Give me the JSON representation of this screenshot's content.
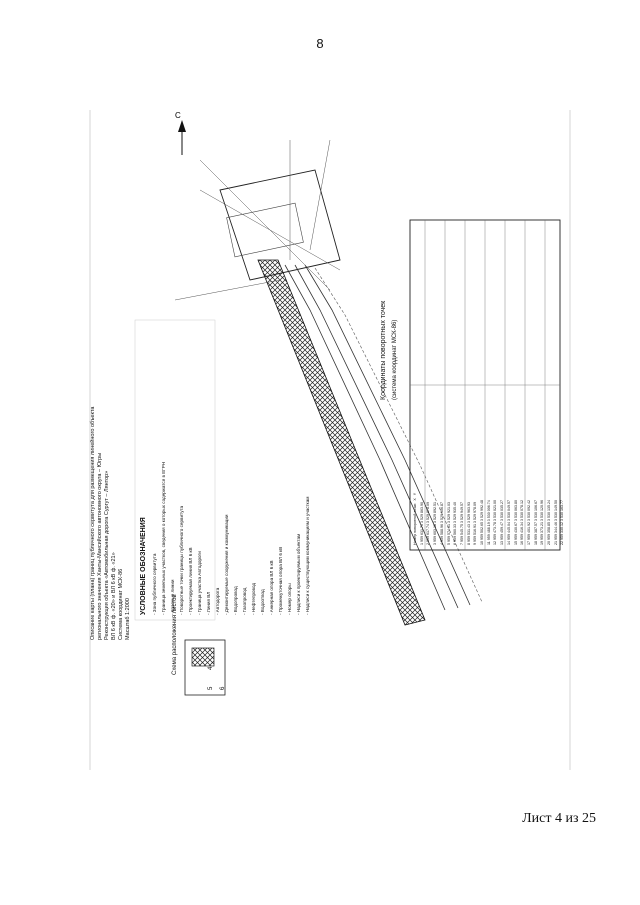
{
  "page": {
    "number": "8",
    "sheet": "Лист 4 из 25"
  },
  "drawing": {
    "title_block": [
      "Описание карты (плана) границ публичного сервитута для размещения линейного объекта",
      "регионального значения Ханты-Мансийского автономного округа – Югры",
      "Реконструкция объекта «Автомобильная дорога Сургут – Лянтор»",
      "ВЛ 6 кВ ф. «20» и ВЛ 6 кВ ф. «21»",
      "Система координат МСК-86",
      "Масштаб 1:2000"
    ],
    "scheme_title": "Схема расположения листов",
    "scheme_sheets": [
      "4",
      "5",
      "6"
    ],
    "legend_title": "УСЛОВНЫЕ ОБОЗНАЧЕНИЯ",
    "legend_items": [
      "- Зона публичного сервитута",
      "- Граница земельных участков, сведения о которых содержатся в ЕГРН",
      "- Красные линии",
      "- Поворотные точки границы публичного сервитута",
      "- Проектируемая линия ВЛ 6 кВ",
      "- Граница участка Автодороги",
      "- Линия ВЛ",
      "- Автодорога",
      "- Демонтируемые сооружения и коммуникации",
      "- Водопровод",
      "- Газопровод",
      "- Нефтепровод",
      "- Водоотвод",
      "- Анкерная опора ВЛ 6 кВ",
      "- Промежуточная опора ВЛ 6 кВ",
      "- Номер опоры",
      "- Надписи к проектируемым объектам",
      "- Надписи к существующим коммуникациям и участкам"
    ],
    "coords_title": "Координаты поворотных точек",
    "coords_subtitle": "(система координат МСК-86)",
    "coords_headers": [
      "Номер поворотной точки",
      "X",
      "Y"
    ],
    "coords_rows": [
      [
        "1",
        "959 631.70",
        "3 529 863.90"
      ],
      [
        "2",
        "959 617.74",
        "3 529 878.09"
      ],
      [
        "3",
        "959 603.18",
        "3 529 892.51"
      ],
      [
        "4",
        "959 588.96",
        "3 529 906.87"
      ],
      [
        "5",
        "959 574.61",
        "3 529 921.03"
      ],
      [
        "6",
        "959 560.33",
        "3 529 935.40"
      ],
      [
        "7",
        "959 545.75",
        "3 529 949.57"
      ],
      [
        "8",
        "959 531.43",
        "3 529 963.93"
      ],
      [
        "9",
        "959 516.91",
        "3 529 978.09"
      ],
      [
        "10",
        "959 502.65",
        "3 529 992.48"
      ],
      [
        "11",
        "959 488.19",
        "3 530 006.74"
      ],
      [
        "12",
        "959 473.78",
        "3 530 021.00"
      ],
      [
        "13",
        "959 459.47",
        "3 530 035.27"
      ],
      [
        "14",
        "959 445.04",
        "3 530 049.57"
      ],
      [
        "15",
        "959 430.67",
        "3 530 063.80"
      ],
      [
        "16",
        "959 416.34",
        "3 530 078.12"
      ],
      [
        "17",
        "959 401.92",
        "3 530 092.42"
      ],
      [
        "18",
        "959 387.57",
        "3 530 106.67"
      ],
      [
        "19",
        "959 373.21",
        "3 530 120.96"
      ],
      [
        "20",
        "959 358.85",
        "3 530 135.24"
      ],
      [
        "21",
        "959 344.46",
        "3 530 149.50"
      ],
      [
        "22",
        "959 330.12",
        "3 530 163.77"
      ]
    ]
  }
}
